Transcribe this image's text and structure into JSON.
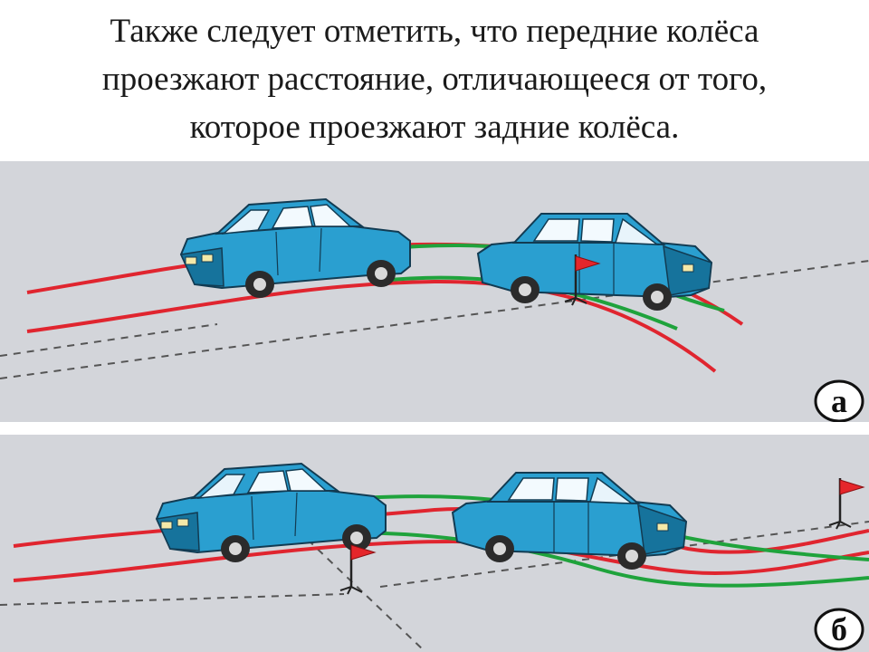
{
  "slide": {
    "title_lines": [
      "Также следует отметить, что передние колёса",
      "проезжают расстояние, отличающееся от того,",
      "которое проезжают задние колёса."
    ]
  },
  "figure": {
    "panels": [
      {
        "id": "a",
        "label": "а"
      },
      {
        "id": "b",
        "label": "б"
      }
    ]
  },
  "colors": {
    "road": "#d3d5da",
    "front_track": "#e0252f",
    "rear_track": "#1fa33c",
    "car_body": "#2a9fd0",
    "car_dark": "#16739c",
    "flag": "#e5262b",
    "lane_marking": "#555555"
  },
  "icons": [
    "car-icon",
    "flag-icon"
  ]
}
